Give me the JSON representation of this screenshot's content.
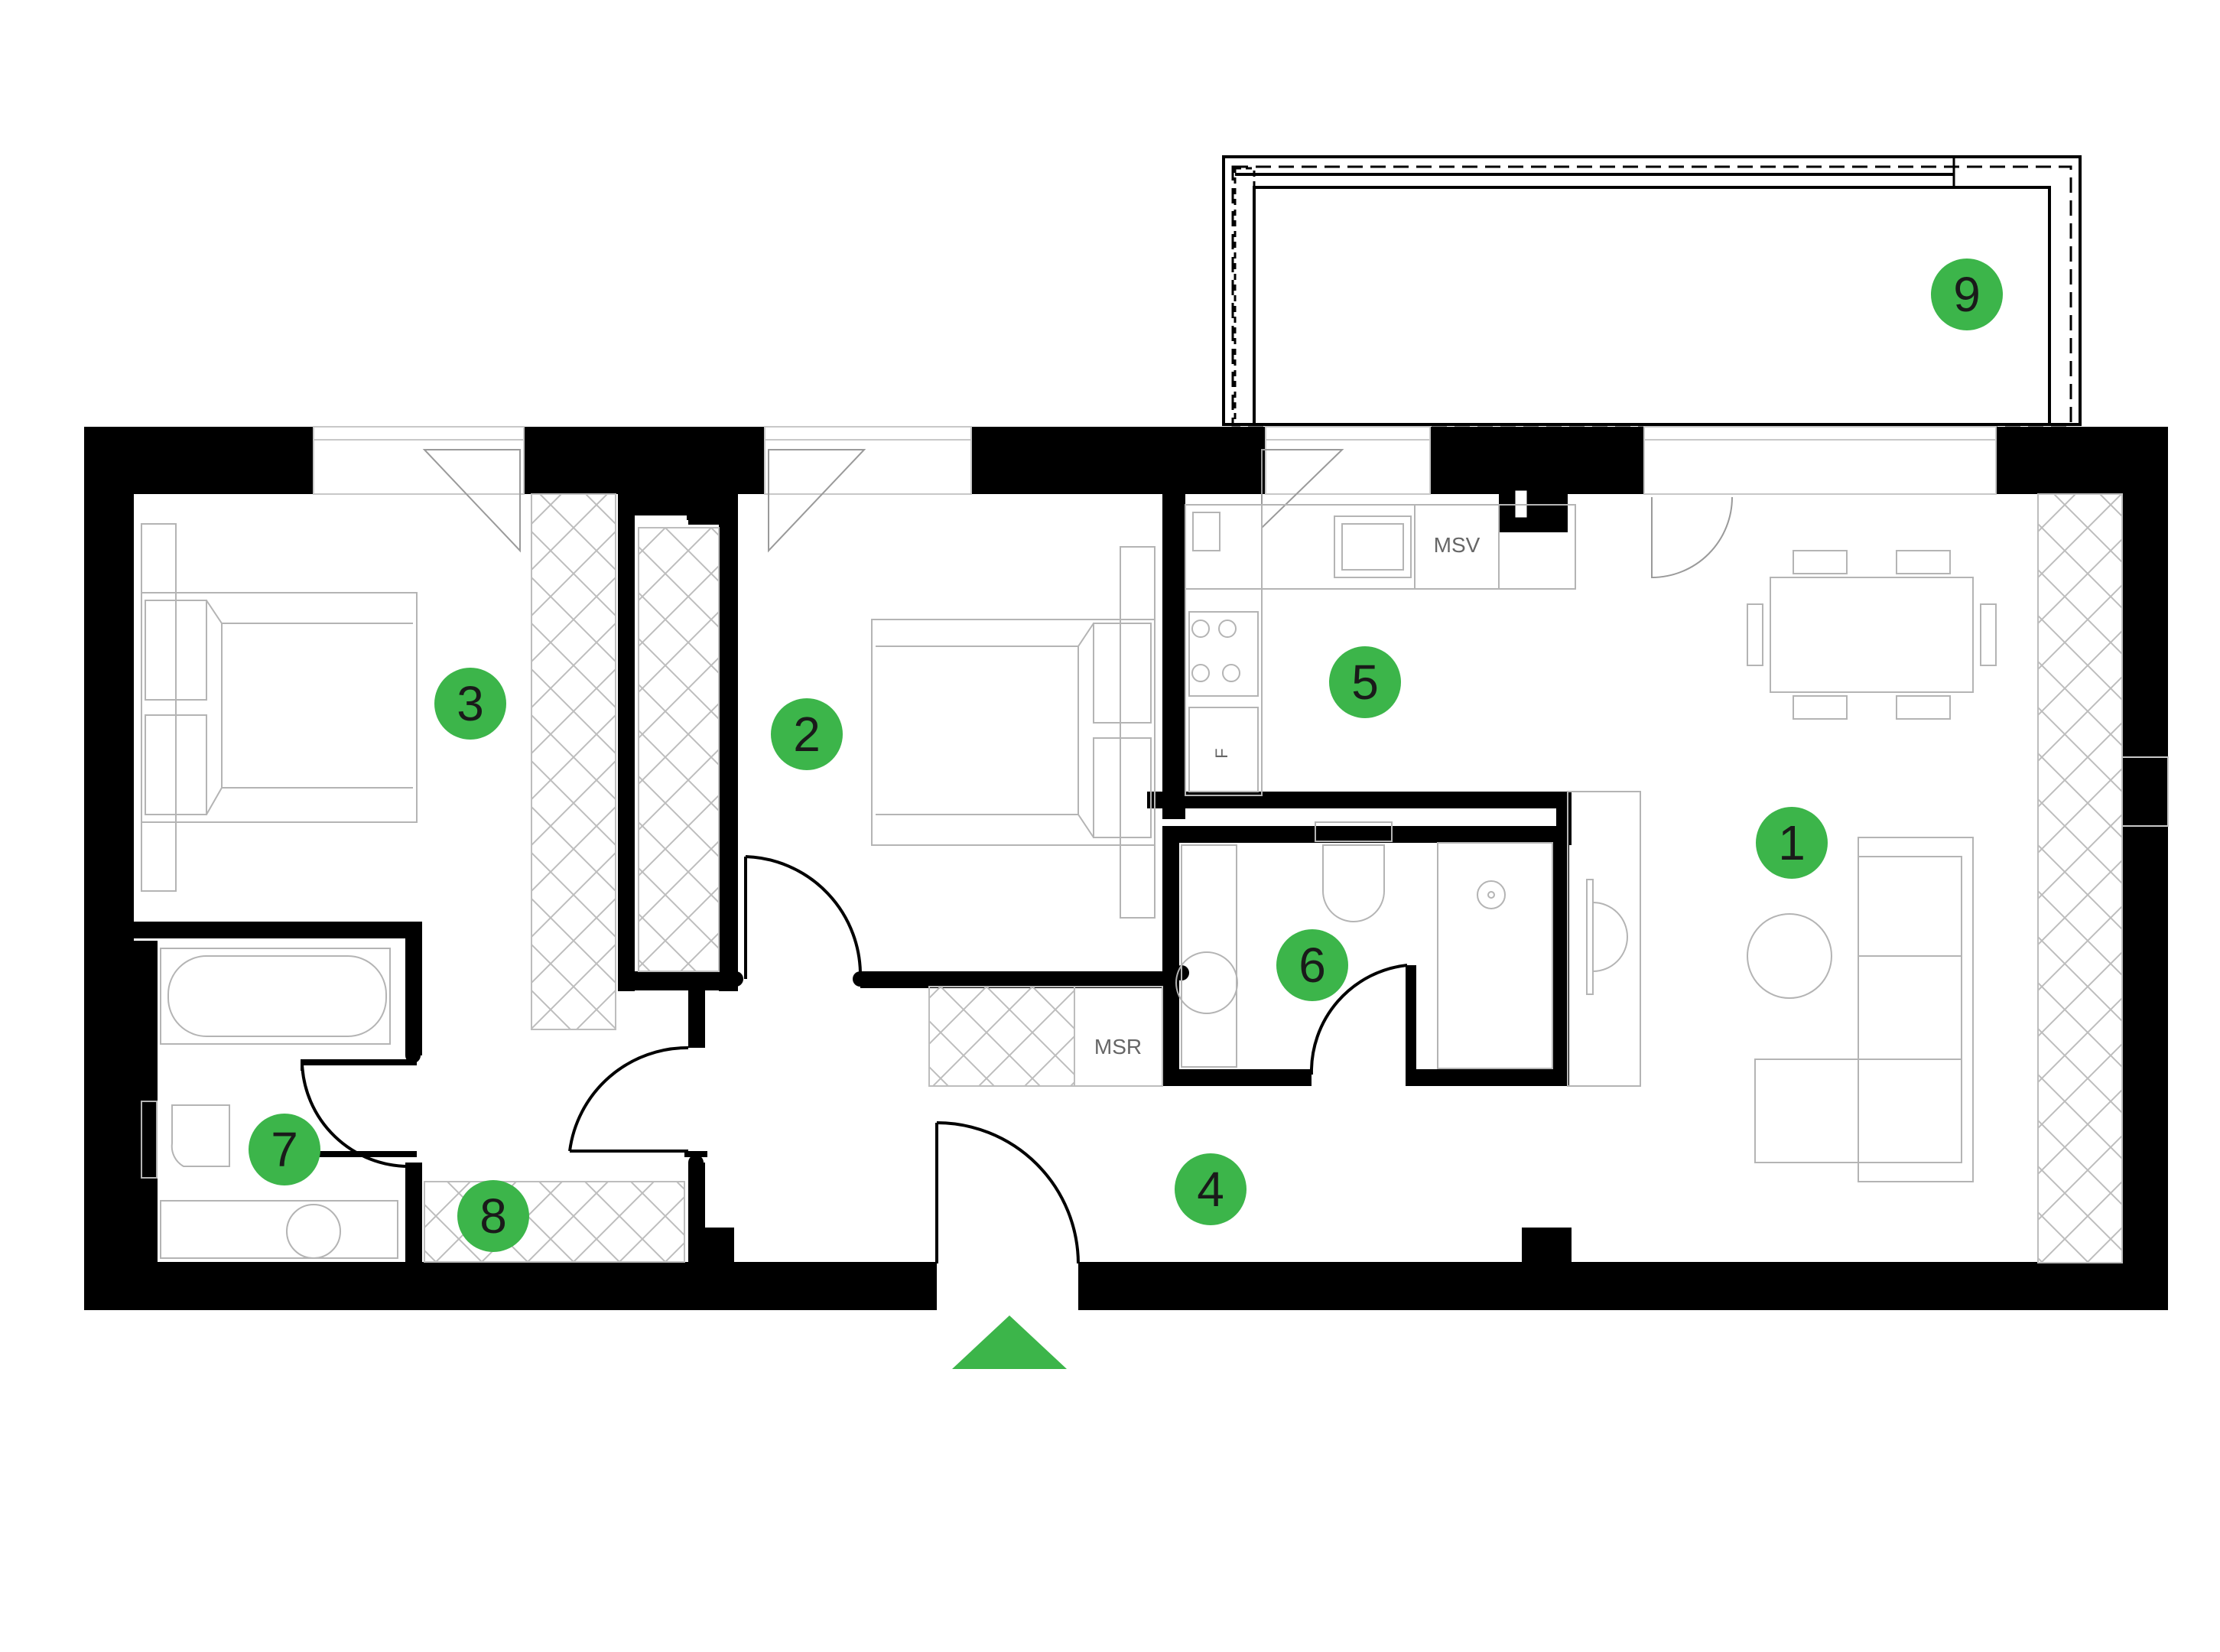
{
  "plan": {
    "accent_color": "#3cb54a",
    "rooms": [
      {
        "label": "1"
      },
      {
        "label": "2"
      },
      {
        "label": "3"
      },
      {
        "label": "4"
      },
      {
        "label": "5"
      },
      {
        "label": "6"
      },
      {
        "label": "7"
      },
      {
        "label": "8"
      },
      {
        "label": "9"
      }
    ],
    "tags": {
      "msv": "MSV",
      "msr": "MSR",
      "fridge": "F"
    },
    "entrance": {
      "icon": "entrance-arrow-icon"
    }
  }
}
